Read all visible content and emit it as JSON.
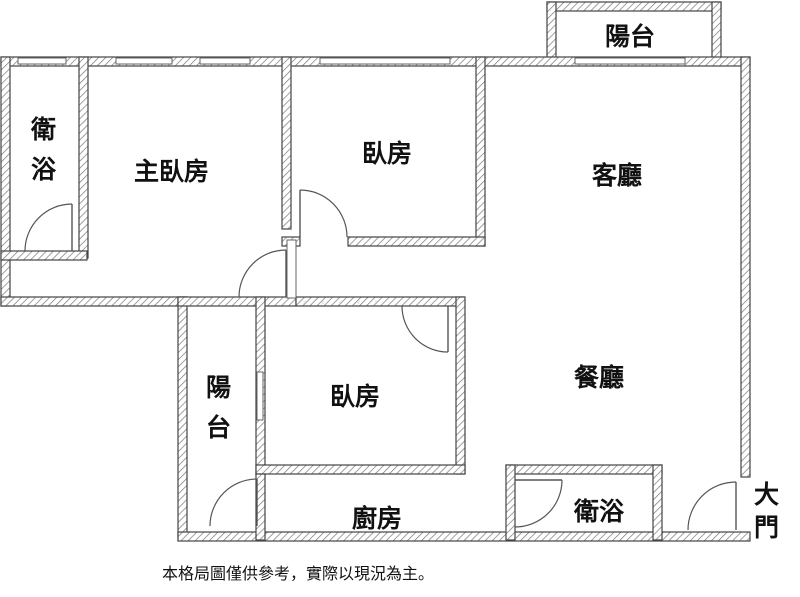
{
  "rooms": {
    "balcony_top": "陽台",
    "master_bath": [
      "衛",
      "浴"
    ],
    "master_bedroom": "主臥房",
    "bedroom_1": "臥房",
    "living_room": "客廳",
    "balcony_left": [
      "陽",
      "台"
    ],
    "bedroom_2": "臥房",
    "dining_room": "餐廳",
    "kitchen": "廚房",
    "bathroom_2": "衛浴",
    "entrance": [
      "大",
      "門"
    ]
  },
  "footer_note": "本格局圖僅供參考，實際以現況為主。"
}
